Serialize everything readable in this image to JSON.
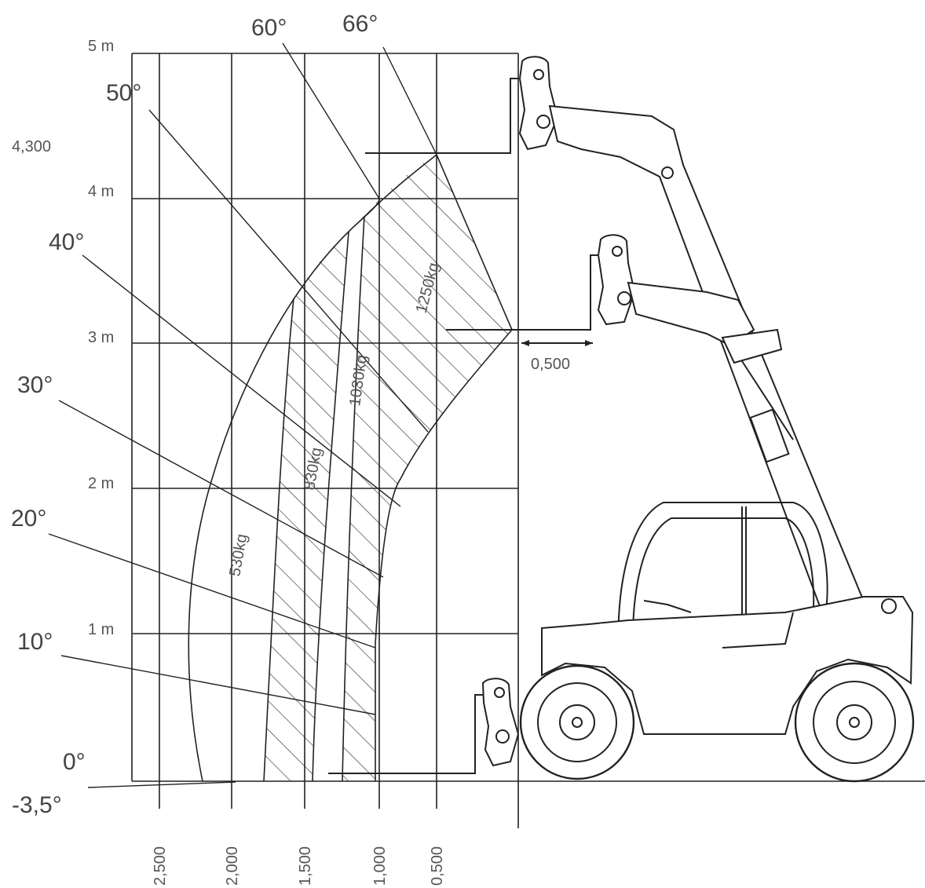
{
  "y_labels": [
    {
      "key": "5",
      "text": "5 m"
    },
    {
      "key": "4",
      "text": "4 m"
    },
    {
      "key": "3",
      "text": "3 m"
    },
    {
      "key": "2",
      "text": "2 m"
    },
    {
      "key": "1",
      "text": "1 m"
    }
  ],
  "max_height_label": "4,300",
  "x_labels": [
    "2,500",
    "2,000",
    "1,500",
    "1,000",
    "0,500"
  ],
  "angle_labels": [
    "66°",
    "60°",
    "50°",
    "40°",
    "30°",
    "20°",
    "10°",
    "0°",
    "-3,5°"
  ],
  "load_zones": [
    "530kg",
    "830kg",
    "1030kg",
    "1250kg"
  ],
  "fork_offset_label": "0,500",
  "colors": {
    "line": "#222222",
    "text": "#555555",
    "background": "#ffffff"
  }
}
